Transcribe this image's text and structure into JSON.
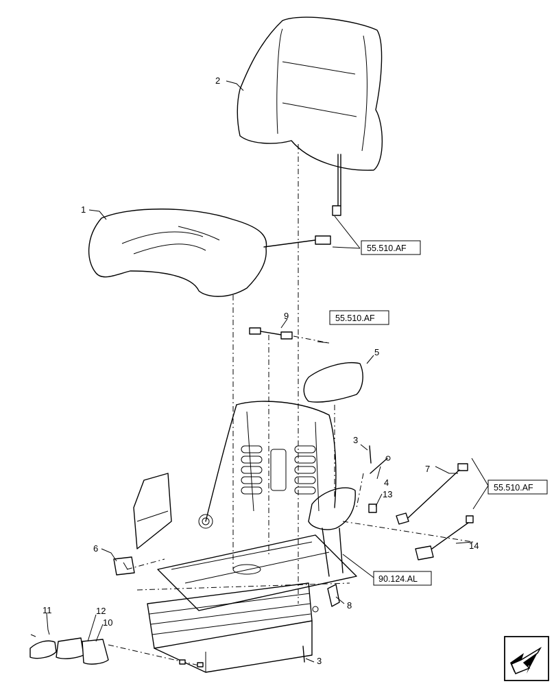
{
  "callouts": {
    "c1": "1",
    "c2": "2",
    "c3a": "3",
    "c3b": "3",
    "c4": "4",
    "c5": "5",
    "c6": "6",
    "c7": "7",
    "c8": "8",
    "c9": "9",
    "c10": "10",
    "c11": "11",
    "c12": "12",
    "c13": "13",
    "c14": "14"
  },
  "references": {
    "r1": "55.510.AF",
    "r2": "55.510.AF",
    "r3": "55.510.AF",
    "r4": "90.124.AL"
  },
  "icons": {
    "nav": "arrow-left-down-icon"
  }
}
